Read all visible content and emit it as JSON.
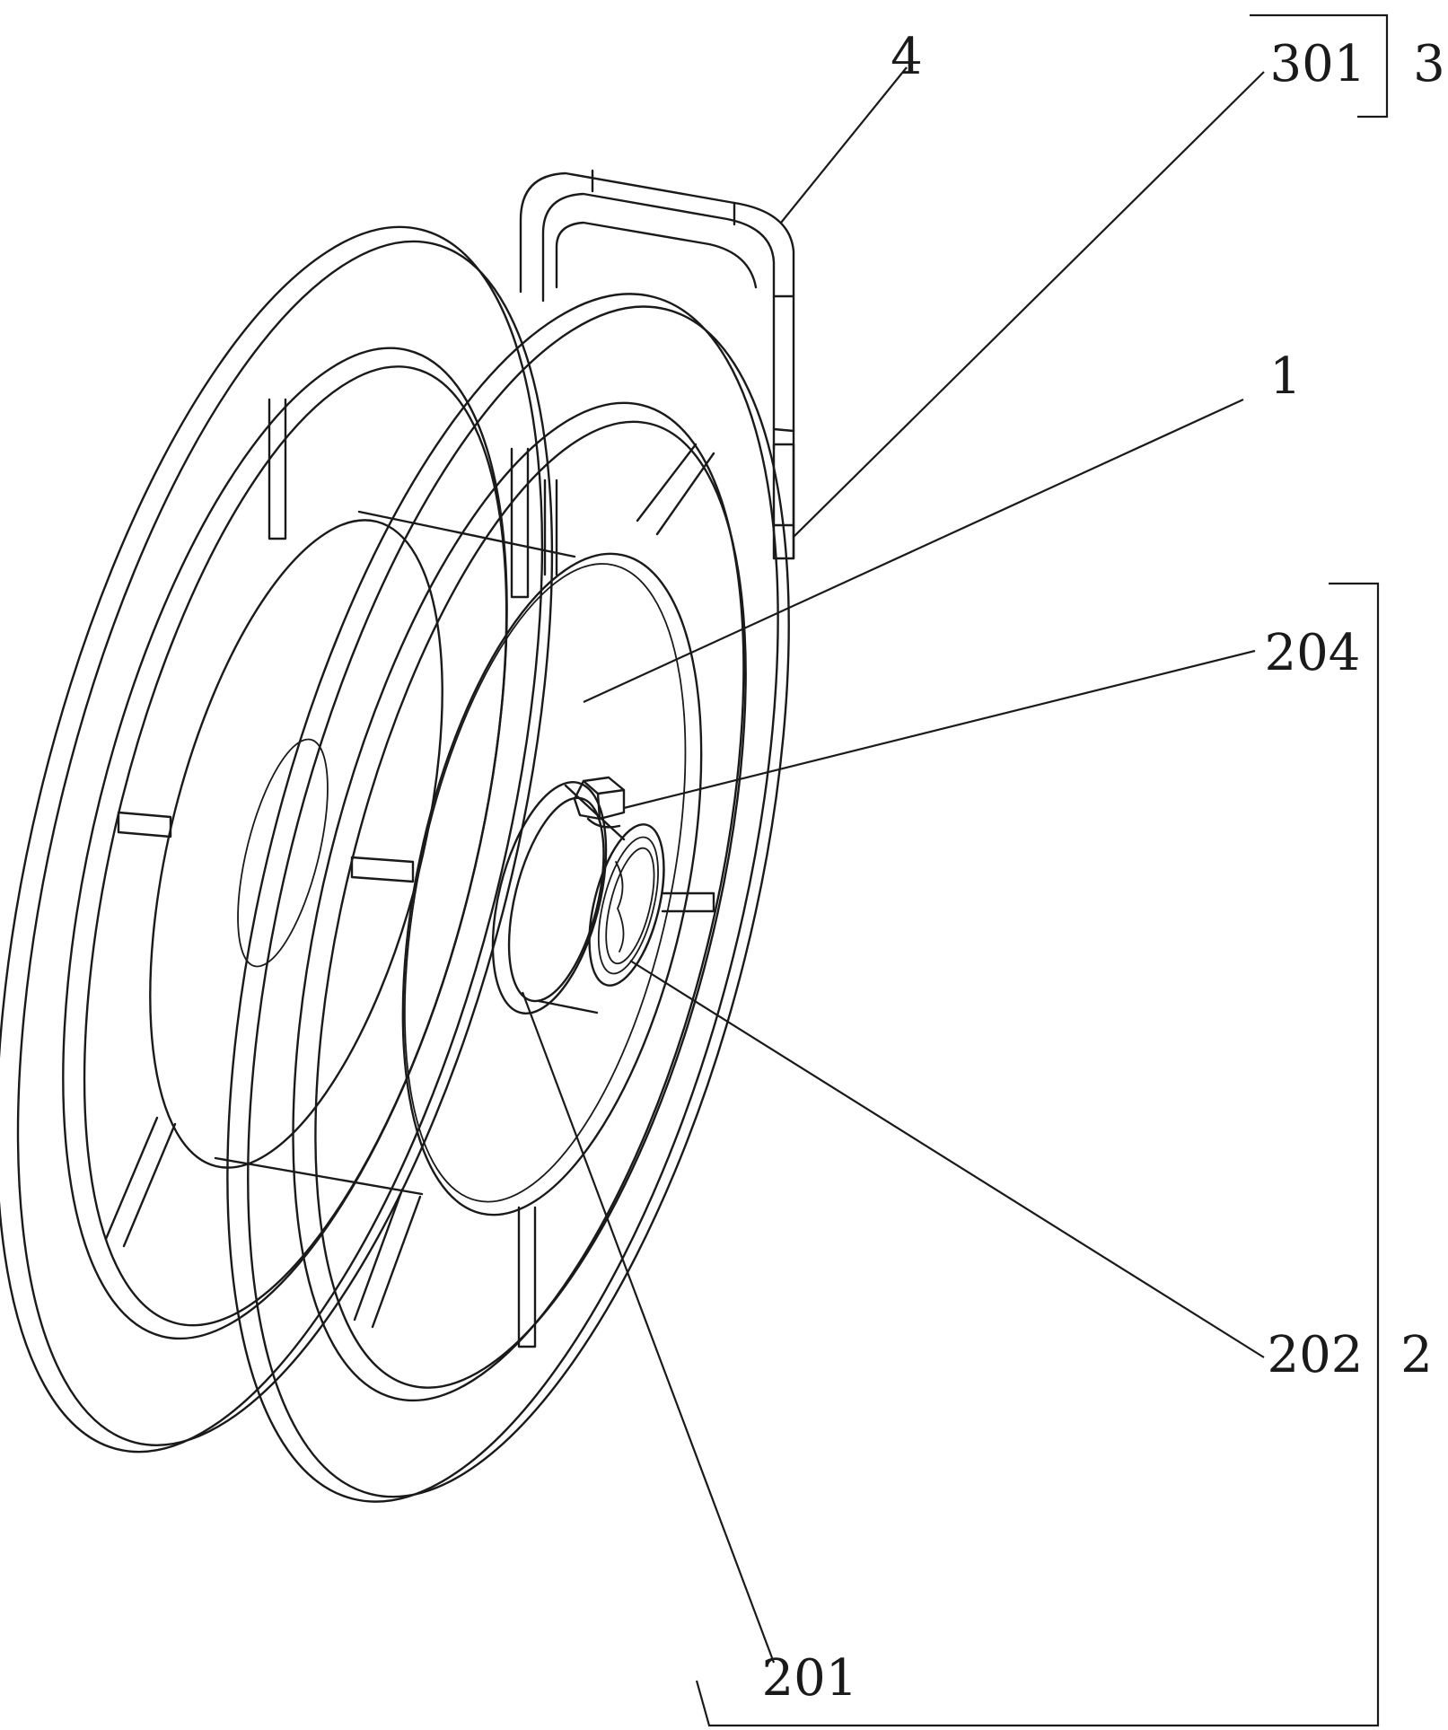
{
  "labels": {
    "part_4": "4",
    "part_301": "301",
    "part_3": "3",
    "part_1": "1",
    "part_204": "204",
    "part_202": "202",
    "part_2": "2",
    "part_201": "201"
  }
}
